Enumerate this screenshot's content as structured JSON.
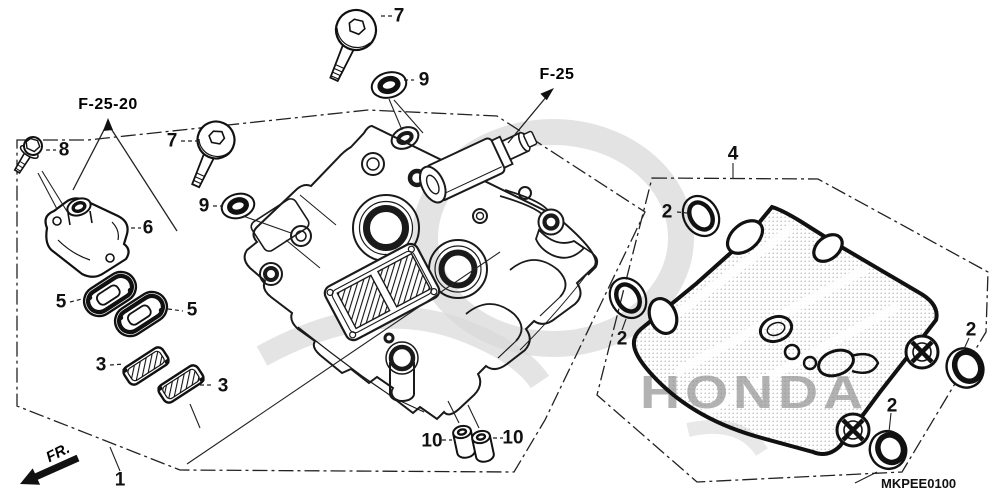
{
  "diagram": {
    "code": "MKPEE0100",
    "orientation_label": "FR.",
    "watermark_text": "HONDA",
    "section_refs": [
      {
        "id": "f-25",
        "label": "F-25"
      },
      {
        "id": "f-25-20",
        "label": "F-25-20"
      }
    ],
    "callouts": [
      {
        "part": "7",
        "instance": "top-bolt"
      },
      {
        "part": "9",
        "instance": "top-washer"
      },
      {
        "part": "7",
        "instance": "left-bolt"
      },
      {
        "part": "9",
        "instance": "left-washer"
      },
      {
        "part": "8",
        "instance": "flange-bolt"
      },
      {
        "part": "6",
        "instance": "breather-cover"
      },
      {
        "part": "5",
        "instance": "plate-left"
      },
      {
        "part": "5",
        "instance": "plate-right"
      },
      {
        "part": "3",
        "instance": "grommet-left"
      },
      {
        "part": "3",
        "instance": "grommet-right"
      },
      {
        "part": "1",
        "instance": "cylinder-head-cover"
      },
      {
        "part": "10",
        "instance": "mount-rubber-left"
      },
      {
        "part": "10",
        "instance": "mount-rubber-right"
      },
      {
        "part": "4",
        "instance": "head-cover-gasket"
      },
      {
        "part": "2",
        "instance": "seal-top-left"
      },
      {
        "part": "2",
        "instance": "seal-mid-left"
      },
      {
        "part": "2",
        "instance": "seal-right"
      },
      {
        "part": "2",
        "instance": "seal-bottom"
      }
    ],
    "colors": {
      "line": "#1a1a1a",
      "watermark_gray": "#d9d9d9",
      "stipple_gray": "#8a8a8a"
    }
  }
}
